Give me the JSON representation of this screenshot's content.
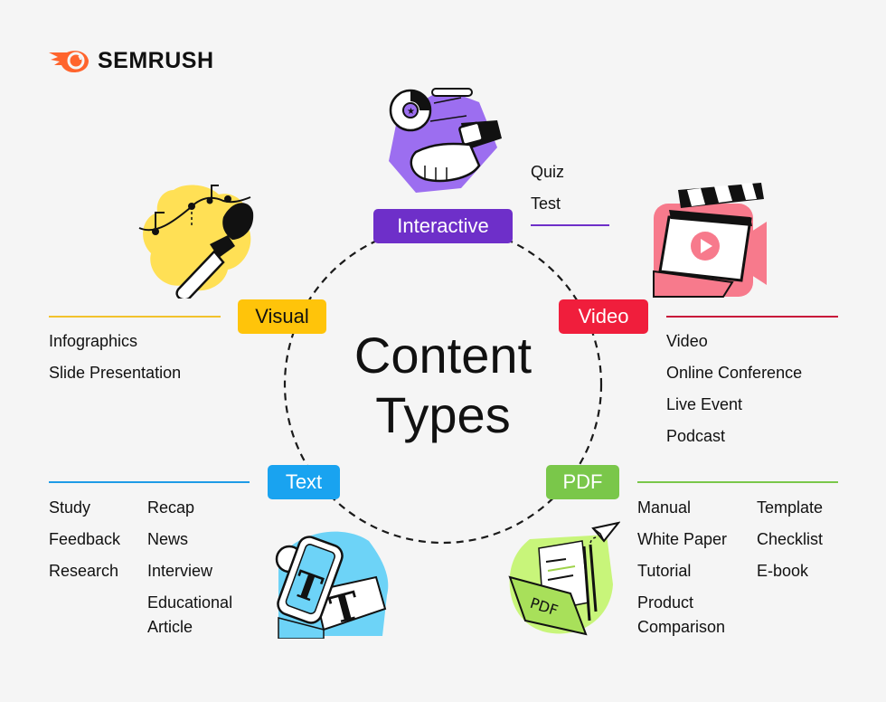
{
  "brand": {
    "name": "SEMRUSH",
    "icon": "semrush-fire-icon",
    "color": "#ff642d"
  },
  "center_title": {
    "line1": "Content",
    "line2": "Types"
  },
  "colors": {
    "interactive": "#6e2fc9",
    "video": "#f01e3c",
    "visual": "#ffc40a",
    "text": "#19a3f0",
    "pdf": "#7ac74a",
    "background": "#f5f5f5"
  },
  "categories": {
    "interactive": {
      "label": "Interactive",
      "icon": "smartwatch-hand-icon",
      "items": [
        "Quiz",
        "Test"
      ]
    },
    "video": {
      "label": "Video",
      "icon": "clapperboard-laptop-icon",
      "items": [
        "Video",
        "Online Conference",
        "Live Event",
        "Podcast"
      ]
    },
    "visual": {
      "label": "Visual",
      "icon": "paintbrush-icon",
      "items": [
        "Infographics",
        "Slide Presentation"
      ]
    },
    "text": {
      "label": "Text",
      "icon": "text-stamp-icon",
      "items_col1": [
        "Study",
        "Feedback",
        "Research"
      ],
      "items_col2": [
        "Recap",
        "News",
        "Interview",
        "Educational",
        "Article"
      ]
    },
    "pdf": {
      "label": "PDF",
      "icon": "pdf-folder-icon",
      "folder_label": "PDF",
      "items_col1": [
        "Manual",
        "White Paper",
        "Tutorial",
        "Product",
        "Comparison"
      ],
      "items_col2": [
        "Template",
        "Checklist",
        "E-book"
      ]
    }
  }
}
